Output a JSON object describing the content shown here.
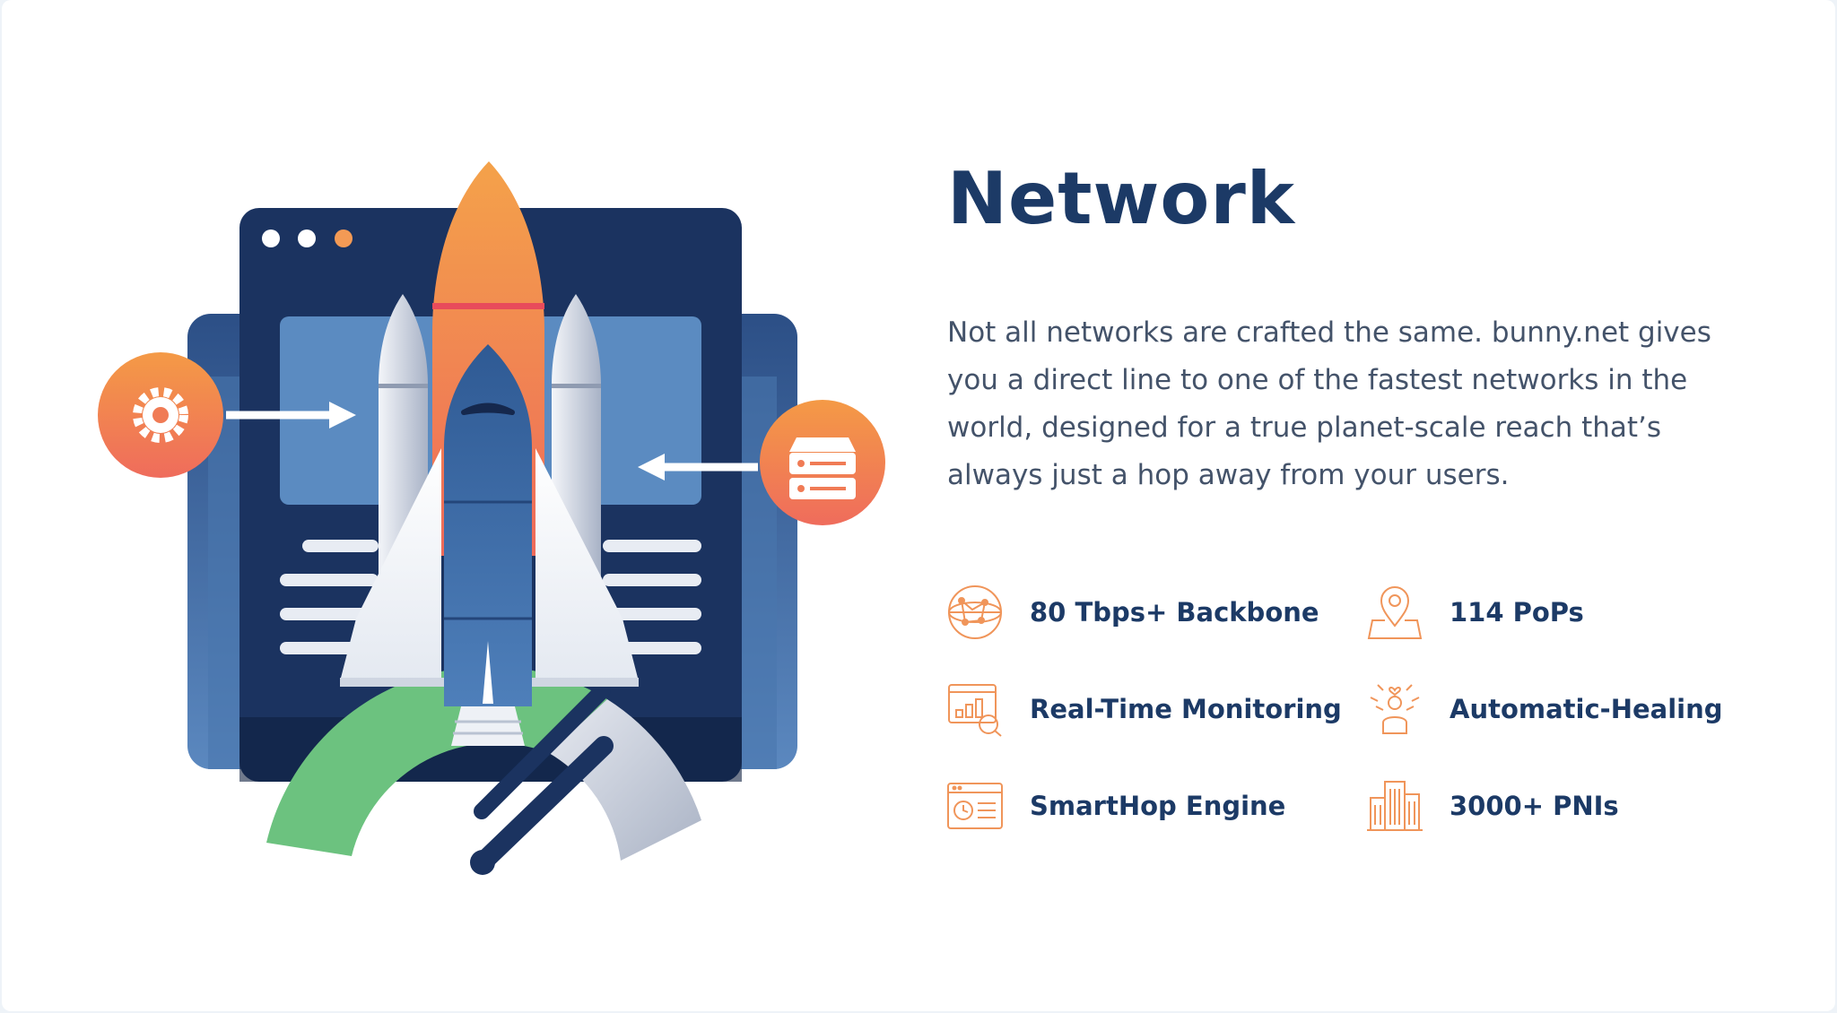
{
  "section": {
    "title": "Network",
    "description": "Not all networks are crafted the same. bunny.net gives you a direct line to one of the fastest networks in the world, designed for a true planet-scale reach that’s always just a hop away from your users."
  },
  "features": [
    {
      "label": "80 Tbps+ Backbone",
      "icon": "globe-network-icon"
    },
    {
      "label": "114 PoPs",
      "icon": "location-pin-icon"
    },
    {
      "label": "Real-Time Monitoring",
      "icon": "monitoring-chart-icon"
    },
    {
      "label": "Automatic-Healing",
      "icon": "healing-person-icon"
    },
    {
      "label": "SmartHop Engine",
      "icon": "browser-clock-icon"
    },
    {
      "label": "3000+ PNIs",
      "icon": "buildings-icon"
    }
  ],
  "colors": {
    "heading": "#1c3a66",
    "body_text": "#44536a",
    "accent_orange": "#f09050",
    "accent_red": "#ee6a5a",
    "navy": "#1d3563",
    "green_gauge": "#6cc27f"
  }
}
